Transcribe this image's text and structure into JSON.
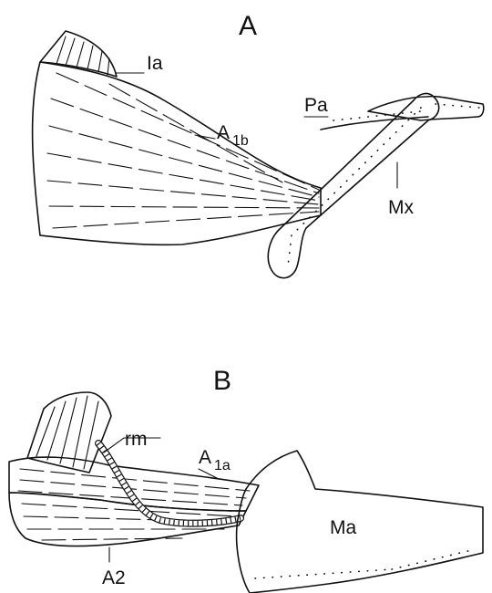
{
  "panels": [
    {
      "letter": "A",
      "labels": {
        "ia": "Ia",
        "a1b_main": "A",
        "a1b_sub": "1b",
        "pa": "Pa",
        "mx": "Mx"
      }
    },
    {
      "letter": "B",
      "labels": {
        "rm": "rm",
        "a1a_main": "A",
        "a1a_sub": "1a",
        "ma": "Ma",
        "a2": "A2"
      }
    }
  ]
}
